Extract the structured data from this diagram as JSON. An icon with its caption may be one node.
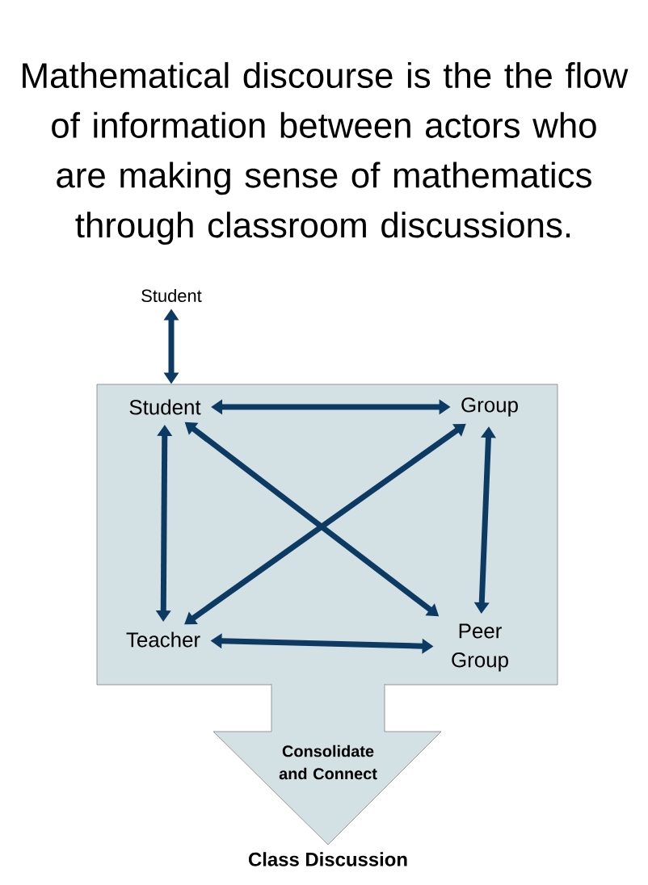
{
  "diagram": {
    "title": "Mathematical discourse is the the flow of information between actors who are making sense of mathematics through classroom discussions.",
    "nodes": [
      {
        "text": [],
        "shape": "box"
      },
      {
        "text": [
          "Student"
        ]
      },
      {
        "text": [
          "Student"
        ],
        "in": 0
      },
      {
        "text": [
          "Group"
        ],
        "in": 0
      },
      {
        "text": [
          "Teacher"
        ],
        "in": 0
      },
      {
        "text": [
          "Peer Group"
        ],
        "in": 0
      },
      {
        "text": [
          "Consolidate and Connect"
        ]
      },
      {
        "text": [
          "Class Discussion"
        ]
      }
    ],
    "edges": [
      {
        "from": 1,
        "to": 0,
        "arrow": "both"
      },
      {
        "from": 2,
        "to": 3,
        "arrow": "both"
      },
      {
        "from": 2,
        "to": 4,
        "arrow": "both"
      },
      {
        "from": 3,
        "to": 5,
        "arrow": "both"
      },
      {
        "from": 2,
        "to": 5,
        "arrow": "both"
      },
      {
        "from": 3,
        "to": 4,
        "arrow": "both"
      },
      {
        "from": 4,
        "to": 5,
        "arrow": "both"
      }
    ]
  }
}
